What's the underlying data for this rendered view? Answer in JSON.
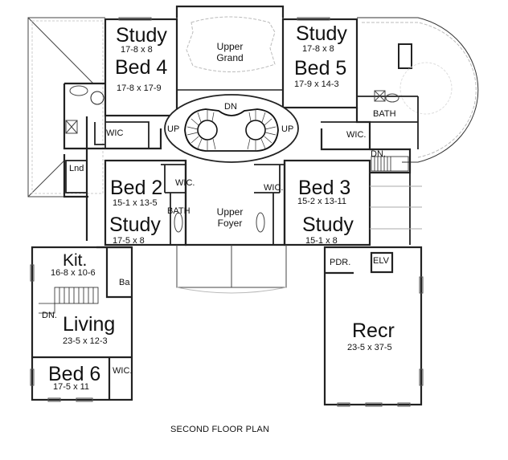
{
  "plan_title": "SECOND FLOOR PLAN",
  "rooms": {
    "study_4": {
      "name": "Study",
      "dims": "17-8 x 8"
    },
    "bed_4": {
      "name": "Bed 4",
      "dims": "17-8 x 17-9"
    },
    "upper_grand": {
      "line1": "Upper",
      "line2": "Grand"
    },
    "study_5": {
      "name": "Study",
      "dims": "17-8 x 8"
    },
    "bed_5": {
      "name": "Bed 5",
      "dims": "17-9 x 14-3"
    },
    "bed_2": {
      "name": "Bed 2",
      "dims": "15-1 x 13-5"
    },
    "study_2": {
      "name": "Study",
      "dims": "17-5 x 8"
    },
    "bed_3": {
      "name": "Bed 3",
      "dims": "15-2 x 13-11"
    },
    "study_3": {
      "name": "Study",
      "dims": "15-1 x 8"
    },
    "upper_foyer": {
      "line1": "Upper",
      "line2": "Foyer"
    },
    "kitchen": {
      "name": "Kit.",
      "dims": "16-8 x 10-6"
    },
    "living": {
      "name": "Living",
      "dims": "23-5 x 12-3"
    },
    "bed_6": {
      "name": "Bed 6",
      "dims": "17-5 x 11"
    },
    "recr": {
      "name": "Recr",
      "dims": "23-5 x 37-5"
    }
  },
  "small_labels": {
    "wic_bed4": "WIC",
    "wic_bed5": "WIC.",
    "bath_bed5": "BATH",
    "wic_bed2": "WIC.",
    "bath_bed2": "BATH",
    "wic_bed3": "WIC.",
    "wic_bed6": "WIC.",
    "laundry": "Lnd",
    "bath_kit": "Ba",
    "powder": "PDR.",
    "elevator": "ELV",
    "stair_dn_center": "DN",
    "stair_up_left": "UP",
    "stair_up_right": "UP",
    "stair_dn_right": "DN.",
    "stair_dn_living": "DN."
  }
}
